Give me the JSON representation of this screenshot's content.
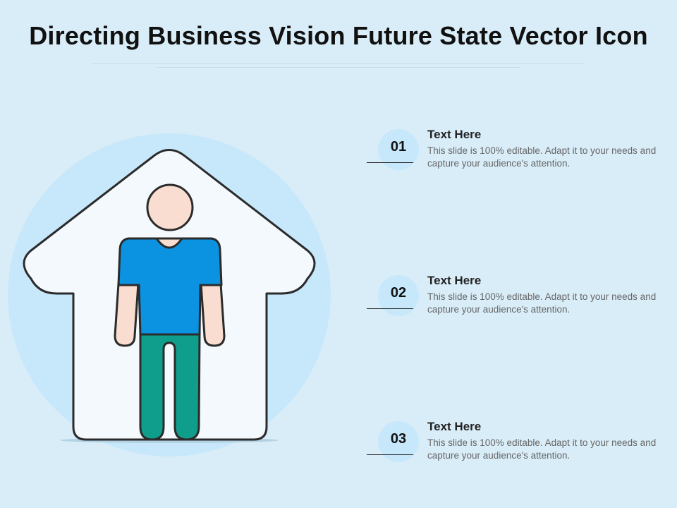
{
  "title": "Directing Business Vision Future State Vector Icon",
  "illustration": {
    "name": "person-inside-up-arrow",
    "colors": {
      "circle": "#c7e8fb",
      "arrow_fill": "#f3f9fd",
      "outline": "#2b2b2b",
      "skin": "#f9ddd0",
      "shirt": "#0b93e1",
      "pants": "#109e8c"
    }
  },
  "items": [
    {
      "number": "01",
      "title": "Text Here",
      "description": "This slide is 100% editable. Adapt it to your needs and capture your audience's attention."
    },
    {
      "number": "02",
      "title": "Text Here",
      "description": "This slide is 100% editable. Adapt it to your needs and capture your audience's attention."
    },
    {
      "number": "03",
      "title": "Text Here",
      "description": "This slide is 100% editable. Adapt it to your needs and capture your audience's attention."
    }
  ]
}
